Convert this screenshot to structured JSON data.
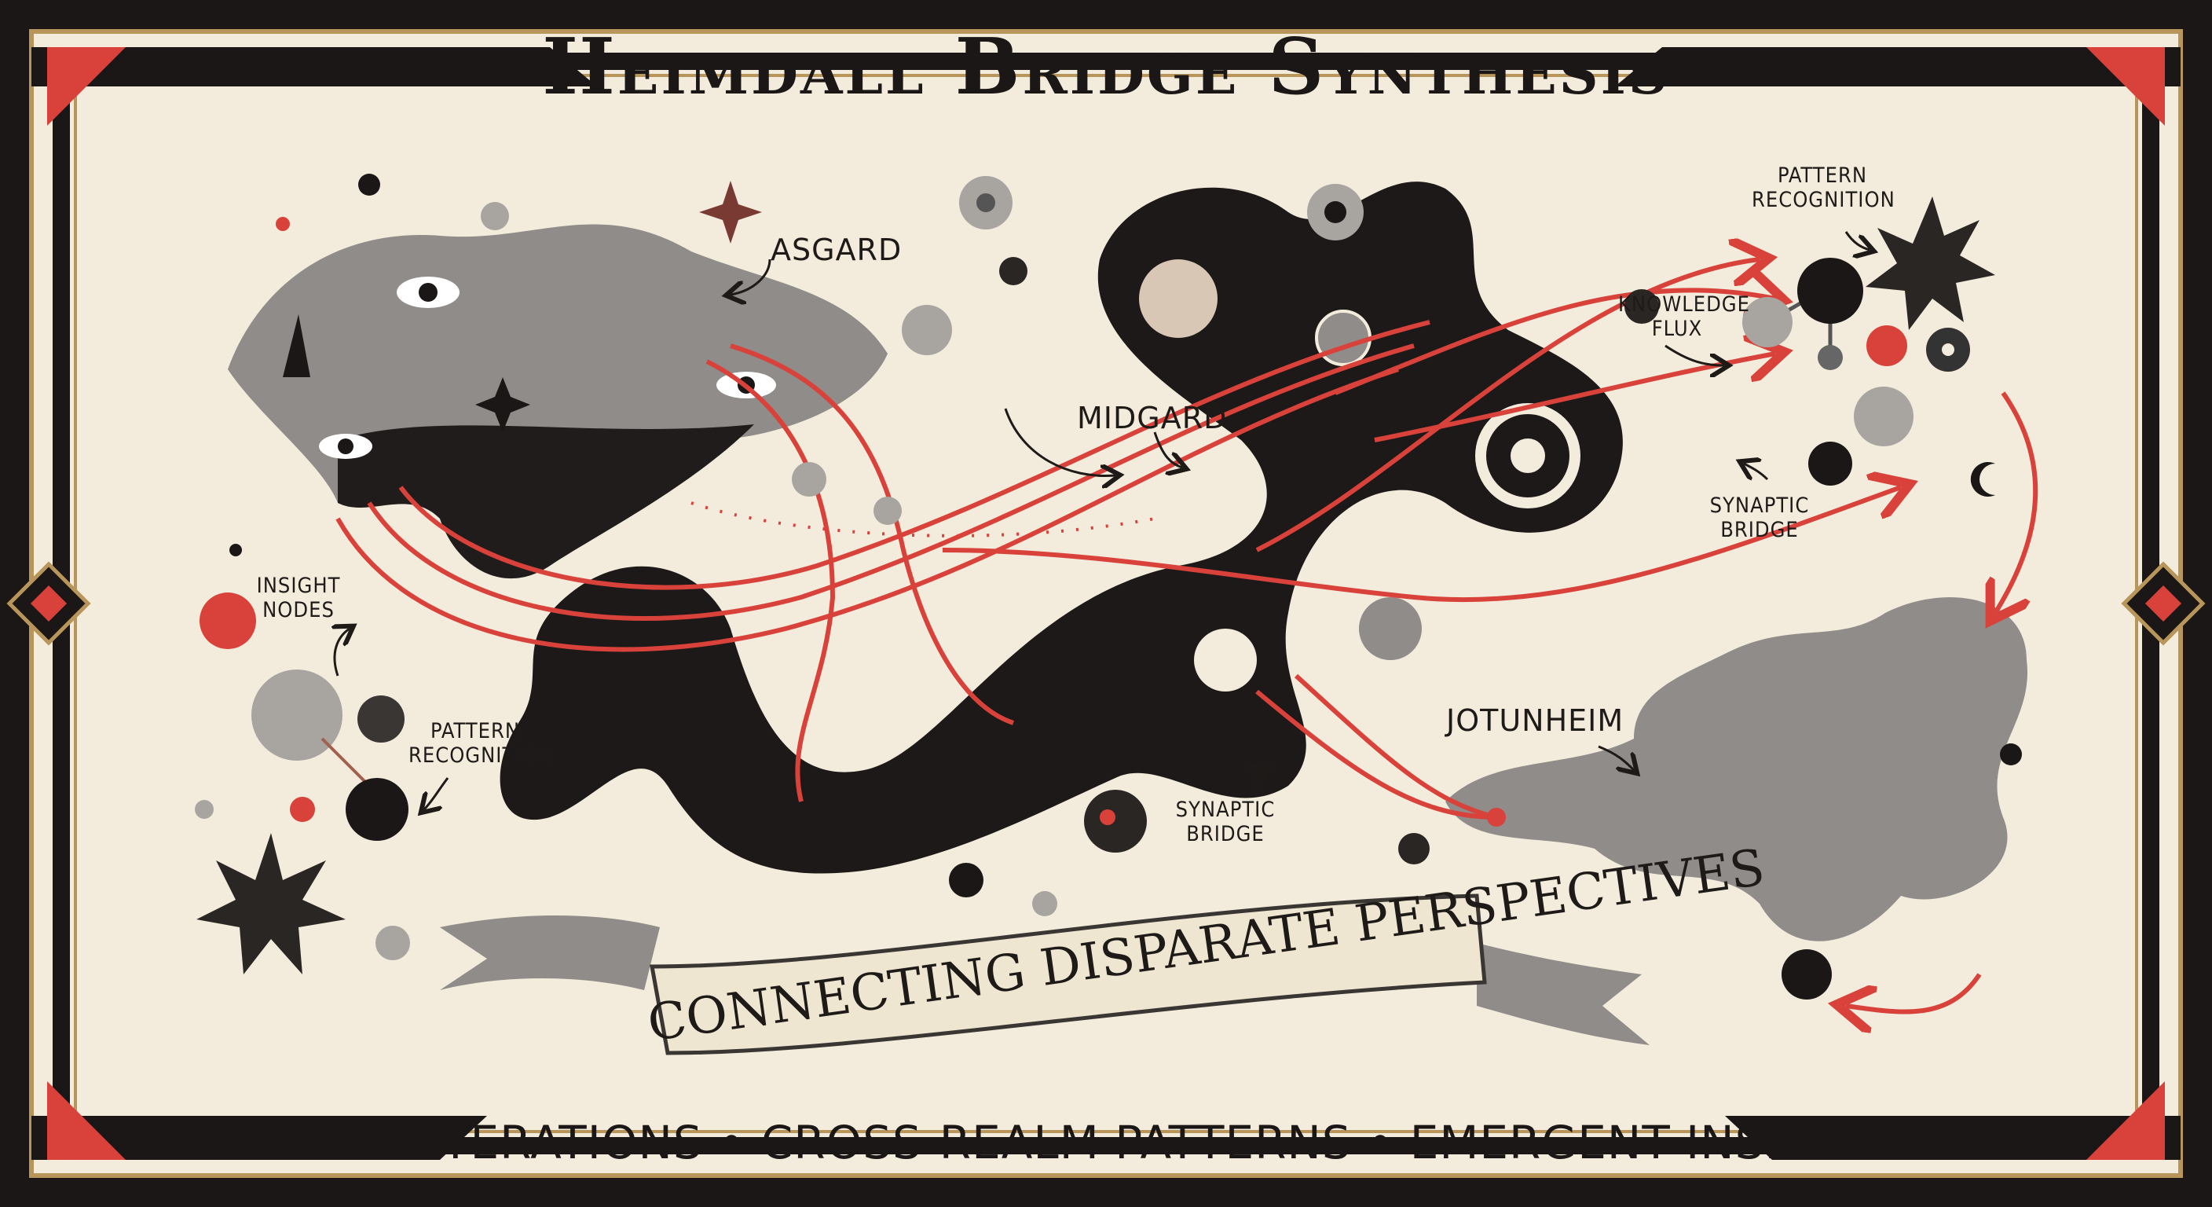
{
  "title": "Heimdall Bridge Synthesis",
  "banner": "CONNECTING DISPARATE PERSPECTIVES",
  "footer": "ODD ITERATIONS • CROSS-REALM PATTERNS • EMERGENT INSIGHTS",
  "realms": {
    "asgard": "ASGARD",
    "midgard": "MIDGARD",
    "jotunheim": "JOTUNHEIM"
  },
  "annotations": {
    "insight_nodes": "INSIGHT NODES",
    "pattern_recognition_left": "PATTERN RECOGNITION",
    "synaptic_bridge_center": "SYNAPTIC BRIDGE",
    "knowledge_flux": "KNOWLEDGE FLUX",
    "pattern_recognition_right": "PATTERN RECOGNITION",
    "synaptic_bridge_right": "SYNAPTIC BRIDGE"
  },
  "colors": {
    "paper": "#f3ecdc",
    "ink": "#1d1a18",
    "accent_red": "#d9423a",
    "gold": "#b8955a",
    "gray": "#9a9692"
  }
}
